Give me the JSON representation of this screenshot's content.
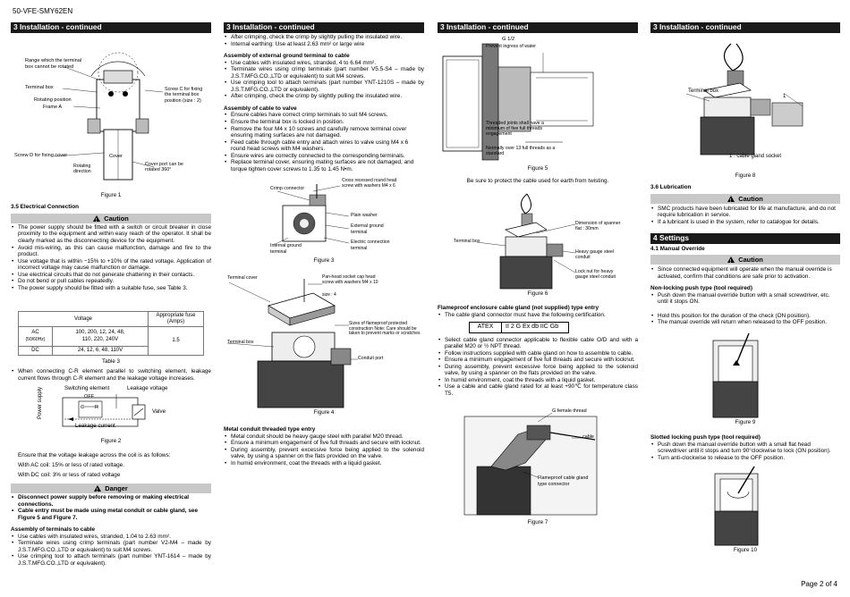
{
  "header": {
    "doc_code": "50-VFE-SMY62EN"
  },
  "footer": {
    "page": "Page 2 of 4"
  },
  "col1": {
    "title": "3 Installation - continued",
    "fig1": {
      "caption": "Figure 1",
      "labels": {
        "range": "Range which the terminal box cannot be rotated",
        "terminal_box": "Terminal box",
        "rotating_position": "Rotating position",
        "frame_a": "Frame A",
        "screw_c": "Screw C for fixing the terminal box position (size : 2)",
        "screw_d": "Screw D for fixing cover",
        "rotating_direction": "Rotating direction",
        "cover": "Cover",
        "cover_port": "Cover port can be rotated 360°"
      }
    },
    "elec_heading": "3.5 Electrical Connection",
    "caution_label": "Caution",
    "elec_items": [
      "The power supply should be fitted with a switch or circuit breaker in close proximity to the equipment and within easy reach of the operator. It shall be clearly marked as the disconnecting device for the equipment.",
      "Avoid mis-wiring, as this can cause malfunction, damage and fire to the product.",
      "Use voltage that is within −15% to +10% of the rated voltage. Application of incorrect voltage may cause malfunction or damage.",
      "Use electrical circuits that do not generate chattering in their contacts.",
      "Do not bend or pull cables repeatedly.",
      "The power supply should be fitted with a suitable fuse, see Table 3."
    ],
    "table3": {
      "caption": "Table 3",
      "headers": [
        "Voltage",
        "Appropriate fuse (Amps)"
      ],
      "ac_label": "AC",
      "ac_sub": "(50/60Hz)",
      "ac_values": "100, 200, 12, 24, 48, 110, 220, 240V",
      "dc_label": "DC",
      "dc_values": "24, 12, 6, 48, 110V",
      "fuse": "1.5"
    },
    "leakage_item": "When connecting C-R element parallel to switching element, leakage current flows through C-R element and the leakage voltage increases.",
    "fig2": {
      "caption": "Figure 2",
      "switching": "Switching element",
      "leakage_voltage": "Leakage voltage",
      "off": "OFF",
      "c": "C",
      "r": "R",
      "power": "Power supply",
      "valve": "Valve",
      "leakage_current": "Leakage current"
    },
    "ensure_text": "Ensure that the voltage leakage across the coil is as follows:",
    "ac_coil": "With AC coil: 15% or less of rated voltage.",
    "dc_coil": "With DC coil: 3% or less of rated voltage",
    "danger_label": "Danger",
    "danger_items": [
      "Disconnect power supply before removing or making electrical connections.",
      "Cable entry must be made using metal conduit or cable gland, see Figure 5 and Figure 7."
    ],
    "assembly_heading": "Assembly of terminals to cable",
    "assembly_items": [
      "Use cables with insulated wires, stranded, 1.04 to 2.63 mm².",
      "Terminate wires using crimp terminals (part number V2-M4 – made by J.S.T.MFG.CO.,LTD or equivalent) to suit M4 screws.",
      "Use crimping tool to attach terminals (part number YNT-1614 – made by J.S.T.MFG.CO.,LTD or equivalent)."
    ]
  },
  "col2": {
    "title": "3 Installation - continued",
    "top_items": [
      "After crimping, check the crimp by slightly pulling the insulated wire.",
      "Internal earthing: Use at least 2.63 mm² or large wire"
    ],
    "ground_heading": "Assembly of external ground terminal to cable",
    "ground_items": [
      "Use cables with insulated wires, stranded, 4 to 6.64 mm².",
      "Terminate wires using crimp terminals (part number V5.5-S4 – made by J.S.T.MFG.CO.,LTD or equivalent) to suit M4 screws.",
      "Use crimping tool to attach terminals (part number YNT-1210S – made by J.S.T.MFG.CO.,LTD or equivalent).",
      "After crimping, check the crimp by slightly pulling the insulated wire."
    ],
    "valve_heading": "Assembly of cable to valve",
    "valve_items": [
      "Ensure cables have correct crimp terminals to suit M4 screws.",
      "Ensure the terminal box is locked in position.",
      "Remove the four M4 x 10 screws and carefully remove terminal cover ensuring mating surfaces are not damaged.",
      "Feed cable through cable entry and attach wires to valve using M4 x 6 round head screws with M4 washers.",
      "Ensure wires are correctly connected to the corresponding terminals.",
      "Replace terminal cover, ensuring mating surfaces are not damaged, and torque tighten cover screws to 1.35 to 1.45 N•m."
    ],
    "fig3": {
      "caption": "Figure 3",
      "crimp": "Crimp connector",
      "cross": "Cross recessed round head screw with washers M4 x 6",
      "plain": "Plain washer",
      "ext_ground": "External ground terminal",
      "int_ground": "Internal ground terminal",
      "elec_conn": "Electric connection terminal"
    },
    "fig4": {
      "caption": "Figure 4",
      "terminal_cover": "Terminal cover",
      "pan_head": "Pan-head socket cap head screw with washers M4 x 10",
      "size": "size : 4",
      "terminal_box": "Terminal box",
      "sizes_note": "Sizes of flameproof protected construction Note: Care should be taken to prevent marks or scratches",
      "conduit_port": "Conduit port"
    },
    "metal_heading": "Metal conduit threaded type entry",
    "metal_items": [
      "Metal conduit should be heavy gauge steel with parallel M20 thread.",
      "Ensure a minimum engagement of five full threads and secure with locknut.",
      "During assembly, prevent excessive force being applied to the solenoid valve, by using a spanner on the flats provided on the valve.",
      "In humid environment, coat the threads with a liquid gasket."
    ]
  },
  "col3": {
    "title": "3 Installation - continued",
    "fig5": {
      "caption": "Figure 5",
      "g_half": "G 1/2",
      "prevent": "Prevent ingress of water",
      "threaded": "Threaded joints shall have a minimum of five full threads engagement",
      "normally": "Normally over 13 full threads as a standard"
    },
    "protect_text": "Be sure to protect the cable used for earth from twisting.",
    "fig6": {
      "caption": "Figure 6",
      "terminal_box": "Terminal box",
      "spanner": "Dimension of spanner flat : 30mm",
      "heavy": "Heavy gauge steel conduit",
      "lock_nut": "Lock nut for heavy gauge steel conduit"
    },
    "flame_heading": "Flameproof enclosure cable gland (not supplied) type entry",
    "flame_item": "The cable gland connector must have the following certification.",
    "atex_label": "ATEX",
    "atex_value": "II 2 G Ex db IIC Gb",
    "flame_items": [
      "Select cable gland connector applicable to flexible cable O/D and with a parallel M20 or ½ NPT thread.",
      "Follow instructions supplied with cable gland on how to assemble to cable.",
      "Ensure a minimum engagement of five full threads and secure with locknut.",
      "During assembly, prevent excessive force being applied to the solenoid valve, by using a spanner on the flats provided on the valve.",
      "In humid environment, coat the threads with a liquid gasket.",
      "Use a cable and cable gland rated for at least +90℃ for temperature class T5."
    ],
    "fig7": {
      "caption": "Figure 7",
      "g_female": "G female thread",
      "cable": "cable",
      "flameproof": "Flameproof cable gland type connector"
    }
  },
  "col4": {
    "title": "3 Installation - continued",
    "fig8": {
      "caption": "Figure 8",
      "terminal_box": "Terminal box",
      "one": "1",
      "socket": "1 : cable gland socket"
    },
    "lub_heading": "3.6 Lubrication",
    "caution_label": "Caution",
    "lub_items": [
      "SMC products have been lubricated for life at manufacture, and do not require lubrication in service.",
      "If a lubricant is used in the system, refer to catalogue for details."
    ],
    "settings_title": "4 Settings",
    "manual_heading": "4.1 Manual Override",
    "manual_items": [
      "Since connected equipment will operate when the manual override is activated, confirm that conditions are safe prior to activation."
    ],
    "nonlock_heading": "Non-locking push type (tool required)",
    "nonlock_items": [
      "Push down the manual override button with a small screwdriver, etc. until it stops ON.",
      "Hold this position for the duration of the check (ON position).",
      "The manual override will return when released to the OFF position."
    ],
    "fig9_caption": "Figure 9",
    "slotted_heading": "Slotted locking push type (tool required)",
    "slotted_items": [
      "Push down the manual override button with a small flat head screwdriver until it stops and turn 90°clockwise to lock (ON position).",
      "Turn anti-clockwise to release to the OFF position."
    ],
    "fig10_caption": "Figure 10"
  }
}
